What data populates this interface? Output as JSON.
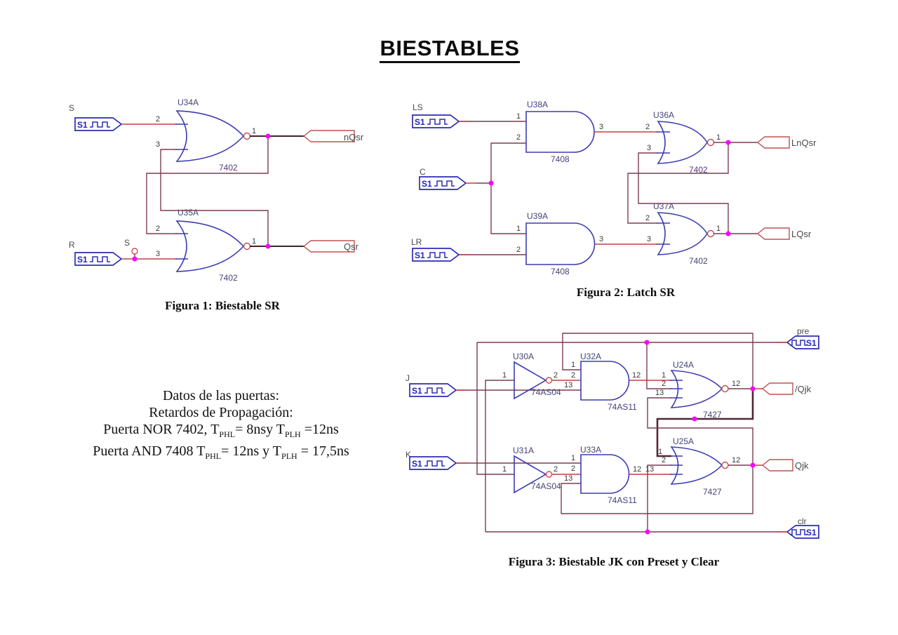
{
  "title": "BIESTABLES",
  "stim": "S1",
  "pins": {
    "1": "1",
    "2": "2",
    "3": "3",
    "12": "12",
    "13": "13"
  },
  "fig1": {
    "caption": "Figura 1: Biestable SR",
    "s": "S",
    "r": "R",
    "probe": "S",
    "u34": {
      "ref": "U34A",
      "part": "7402"
    },
    "u35": {
      "ref": "U35A",
      "part": "7402"
    },
    "nq": "nQsr",
    "q": "Qsr"
  },
  "fig2": {
    "caption": "Figura 2: Latch SR",
    "ls": "LS",
    "c": "C",
    "lr": "LR",
    "u38": {
      "ref": "U38A",
      "part": "7408"
    },
    "u39": {
      "ref": "U39A",
      "part": "7408"
    },
    "u36": {
      "ref": "U36A",
      "part": "7402"
    },
    "u37": {
      "ref": "U37A",
      "part": "7402"
    },
    "lnq": "LnQsr",
    "lq": "LQsr"
  },
  "fig3": {
    "caption": "Figura 3: Biestable JK con Preset y Clear",
    "j": "J",
    "k": "K",
    "pre": "pre",
    "clr": "clr",
    "u30": {
      "ref": "U30A",
      "part": "74AS04"
    },
    "u31": {
      "ref": "U31A",
      "part": "74AS04"
    },
    "u32": {
      "ref": "U32A",
      "part": "74AS11"
    },
    "u33": {
      "ref": "U33A",
      "part": "74AS11"
    },
    "u24": {
      "ref": "U24A",
      "part": "7427"
    },
    "u25": {
      "ref": "U25A",
      "part": "7427"
    },
    "nq": "/Qjk",
    "q": "Qjk"
  },
  "notes": {
    "l1": "Datos de las puertas:",
    "l2": "Retardos de Propagación:",
    "l3": [
      "Puerta NOR 7402, T",
      "PHL",
      "= 8nsy T",
      "PLH",
      " =12ns"
    ],
    "l4": [
      "Puerta AND 7408 T",
      "PHL",
      "= 12ns y T",
      "PLH",
      " = 17,5ns"
    ]
  }
}
